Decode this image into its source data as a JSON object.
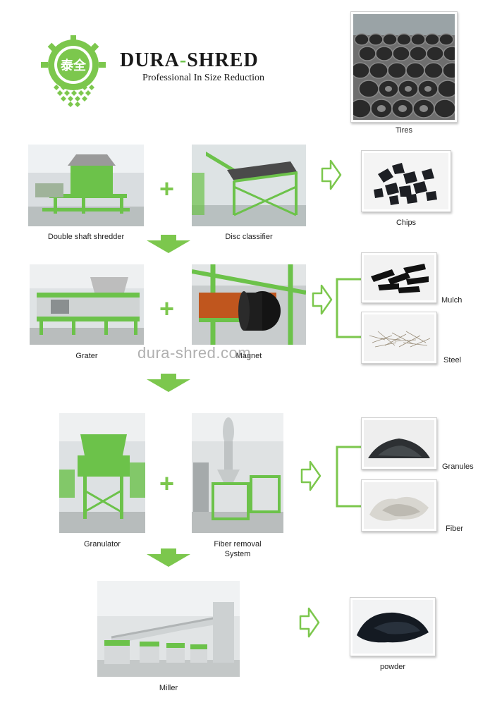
{
  "logo": {
    "badge_text": "泰全",
    "brand": "DURA-SHRED",
    "brand_left": "DURA",
    "brand_dash": "-",
    "brand_right": "SHRED",
    "tagline": "Professional In Size Reduction"
  },
  "watermark": "dura-shred.com",
  "colors": {
    "accent_green": "#7cc74d",
    "machine_green": "#6cc24a",
    "text": "#222222"
  },
  "products": {
    "tires": "Tires",
    "chips": "Chips",
    "mulch": "Mulch",
    "steel": "Steel",
    "granules": "Granules",
    "fiber": "Fiber",
    "powder": "powder"
  },
  "machines": {
    "double_shaft_shredder": "Double shaft shredder",
    "disc_classifier": "Disc classifier",
    "grater": "Grater",
    "magnet": "Magnet",
    "granulator": "Granulator",
    "fiber_removal_line1": "Fiber removal",
    "fiber_removal_line2": "System",
    "miller": "Miller"
  },
  "icons": {
    "plus": "+",
    "down_arrow": "down-arrow-icon",
    "right_arrow": "right-arrow-outline-icon",
    "bracket": "branch-bracket-icon"
  }
}
